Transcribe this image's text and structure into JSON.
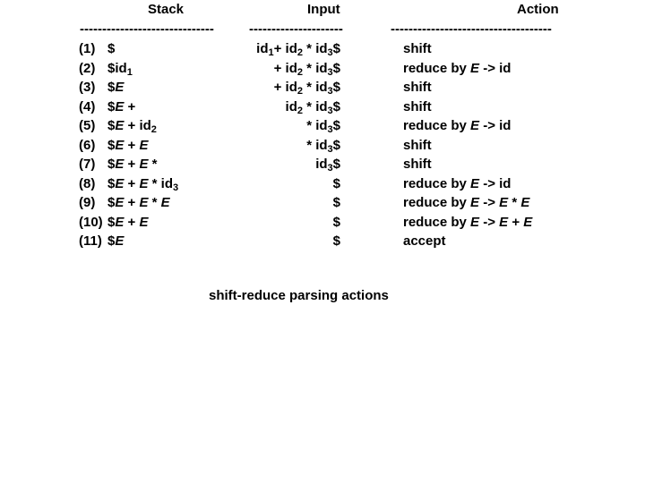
{
  "table": {
    "headers": {
      "stack": "Stack",
      "input": "Input",
      "action": "Action"
    },
    "dividers": {
      "stack": "------------------------------",
      "input": "---------------------",
      "action": "------------------------------------"
    },
    "rows": [
      {
        "n": "(1)",
        "stack": "$",
        "input": "id~1~+ id~2~ * id~3~$",
        "action": "shift"
      },
      {
        "n": "(2)",
        "stack": "$id~1~",
        "input": "+ id~2~ * id~3~$",
        "action": "reduce by _E_ -> id"
      },
      {
        "n": "(3)",
        "stack": "$_E_",
        "input": "+ id~2~ * id~3~$",
        "action": "shift"
      },
      {
        "n": "(4)",
        "stack": "$_E_ +",
        "input": "id~2~ * id~3~$",
        "action": "shift"
      },
      {
        "n": "(5)",
        "stack": "$_E_ + id~2~",
        "input": "* id~3~$",
        "action": "reduce by _E_ -> id"
      },
      {
        "n": "(6)",
        "stack": "$_E_ + _E_",
        "input": "* id~3~$",
        "action": "shift"
      },
      {
        "n": "(7)",
        "stack": "$_E_ + _E_ *",
        "input": "id~3~$",
        "action": "shift"
      },
      {
        "n": "(8)",
        "stack": "$_E_ + _E_ * id~3~",
        "input": "$",
        "action": "reduce by _E_ -> id"
      },
      {
        "n": "(9)",
        "stack": "$_E_ + _E_ * _E_",
        "input": "$",
        "action": "reduce by _E_ -> _E_ * _E_"
      },
      {
        "n": "(10)",
        "stack": "$_E_ + _E_",
        "input": "$",
        "action": "reduce by _E_ -> _E_ + _E_"
      },
      {
        "n": "(11)",
        "stack": "$_E_",
        "input": "$",
        "action": "accept"
      }
    ]
  },
  "caption": "shift-reduce parsing actions",
  "colors": {
    "text": "#000000",
    "background": "#ffffff"
  }
}
